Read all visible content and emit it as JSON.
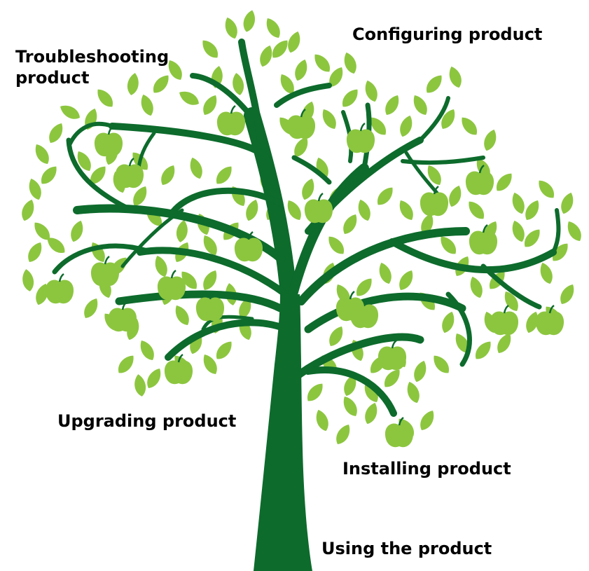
{
  "labels": {
    "troubleshooting": "Troubleshooting\nproduct",
    "configuring": "Configuring product",
    "upgrading": "Upgrading product",
    "installing": "Installing product",
    "using": "Using the product"
  },
  "colors": {
    "trunk": "#0d6b2c",
    "leaf": "#8cc63f",
    "apple": "#8cc63f",
    "label_text": "#000000",
    "background": "#ffffff"
  }
}
